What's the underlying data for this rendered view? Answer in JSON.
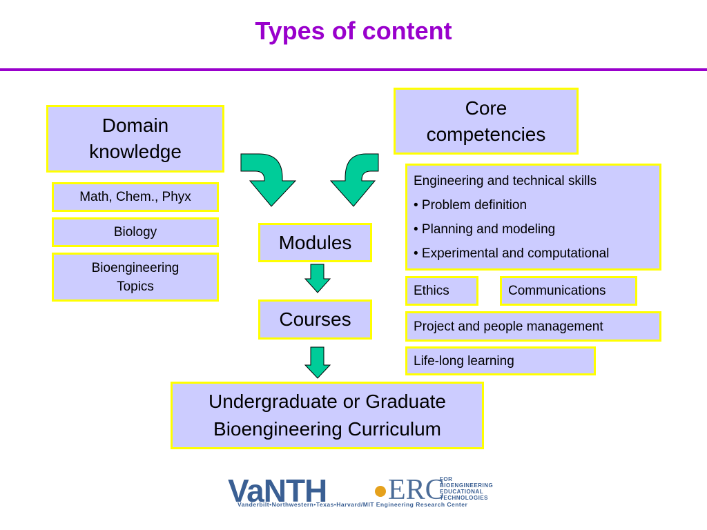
{
  "slide": {
    "title": "Types of content"
  },
  "domain": {
    "heading_line1": "Domain",
    "heading_line2": "knowledge",
    "items": [
      "Math, Chem., Phyx",
      "Biology"
    ],
    "bioeng_line1": "Bioengineering",
    "bioeng_line2": "Topics"
  },
  "core": {
    "heading_line1": "Core",
    "heading_line2": "competencies",
    "engineering": {
      "title": "Engineering and technical skills",
      "bullets": [
        "• Problem definition",
        "• Planning and modeling",
        "• Experimental and computational"
      ]
    },
    "ethics": "Ethics",
    "communications": "Communications",
    "project": "Project and people management",
    "lifelong": "Life-long learning"
  },
  "flow": {
    "modules": "Modules",
    "courses": "Courses",
    "curriculum_line1": "Undergraduate or Graduate",
    "curriculum_line2": "Bioengineering Curriculum"
  },
  "logo": {
    "vanth": "VaNTH",
    "erc": "ERC",
    "side": [
      "FOR",
      "BIOENGINEERING",
      "EDUCATIONAL",
      "TECHNOLOGIES"
    ],
    "tagline": "Vanderbilt•Northwestern•Texas•Harvard/MIT Engineering Research Center"
  },
  "colors": {
    "title": "#9900cc",
    "box_fill": "#ccccff",
    "box_border": "#ffff00",
    "arrow": "#00cc99"
  }
}
